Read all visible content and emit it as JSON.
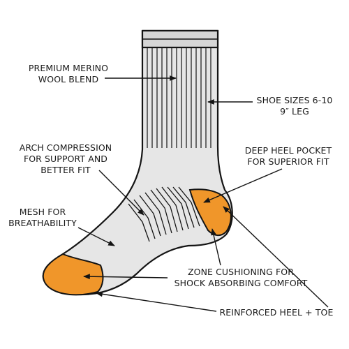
{
  "colors": {
    "sock_fill": "#e6e6e6",
    "sock_band": "#d6d6d6",
    "outline": "#141414",
    "accent": "#f0962a",
    "background": "#ffffff"
  },
  "labels": {
    "merino": [
      "PREMIUM MERINO",
      "WOOL BLEND"
    ],
    "sizes": [
      "SHOE SIZES 6-10",
      "9″ LEG"
    ],
    "arch": [
      "ARCH COMPRESSION",
      "FOR SUPPORT AND",
      "BETTER FIT"
    ],
    "heel_pocket": [
      "DEEP HEEL POCKET",
      "FOR SUPERIOR FIT"
    ],
    "mesh": [
      "MESH FOR",
      "BREATHABILITY"
    ],
    "cushion": [
      "ZONE CUSHIONING FOR",
      "SHOCK ABSORBING COMFORT"
    ],
    "reinforced": [
      "REINFORCED HEEL + TOE"
    ]
  }
}
